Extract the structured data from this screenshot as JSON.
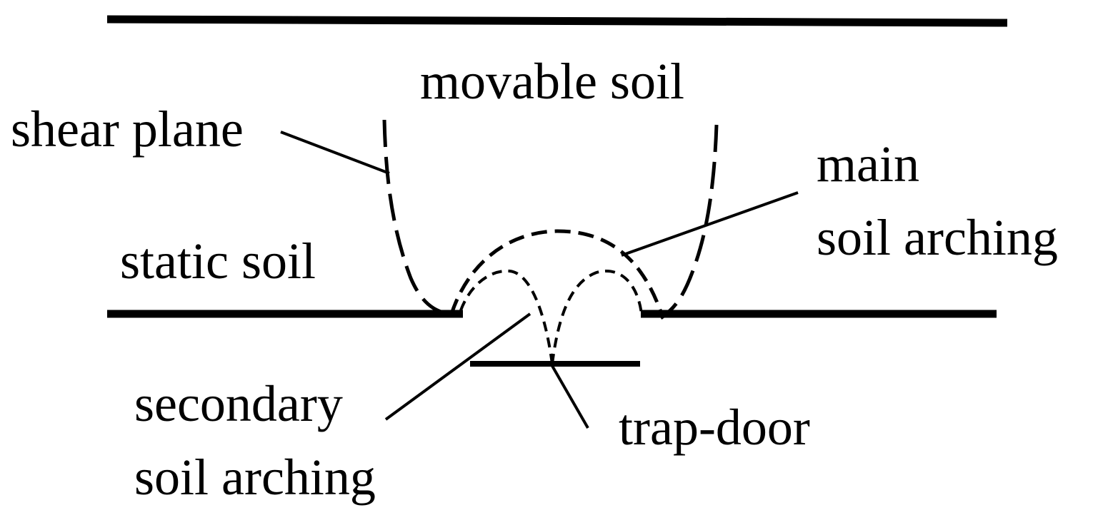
{
  "labels": {
    "movable_soil": "movable soil",
    "shear_plane": "shear plane",
    "main_arching_line1": "main",
    "main_arching_line2": "soil arching",
    "static_soil": "static soil",
    "secondary_arching_line1": "secondary",
    "secondary_arching_line2": "soil arching",
    "trap_door": "trap-door"
  }
}
